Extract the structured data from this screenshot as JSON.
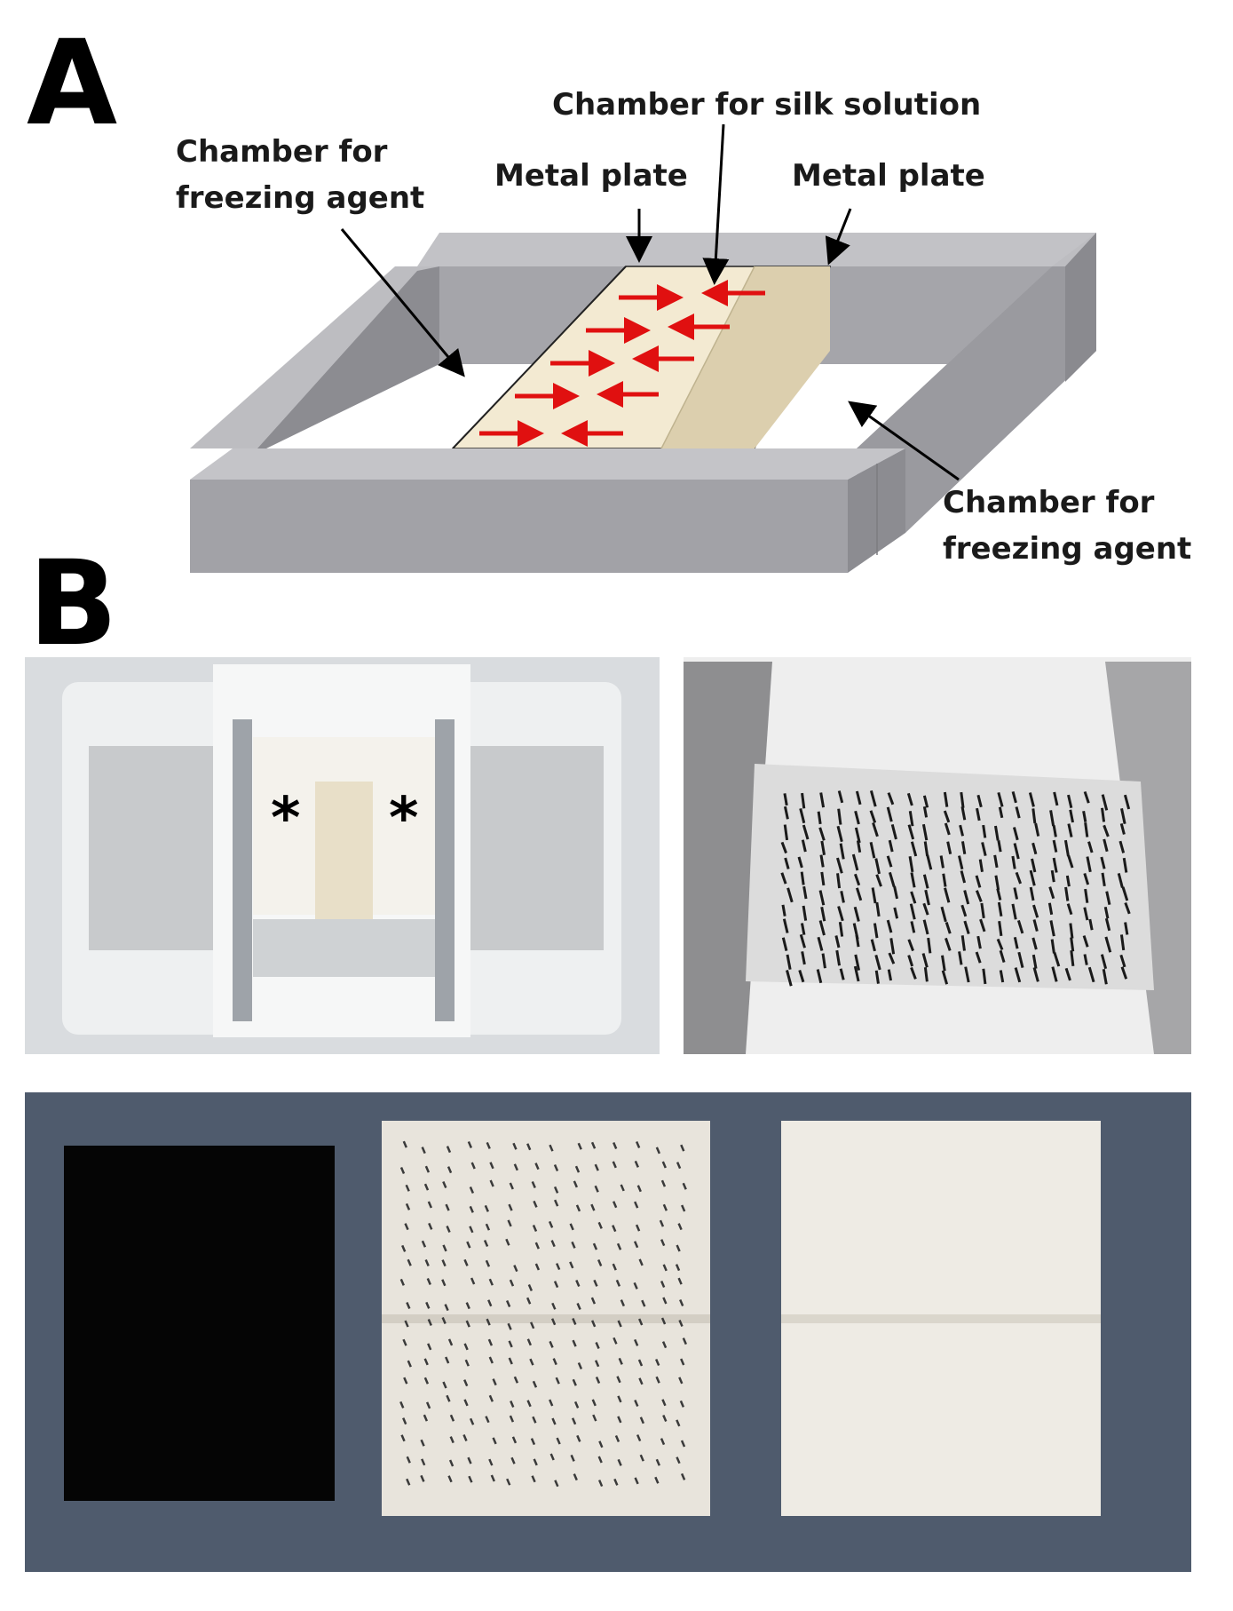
{
  "panel_a": {
    "letter": "A",
    "labels": {
      "chamber_freezing_left_line1": "Chamber for",
      "chamber_freezing_left_line2": "freezing agent",
      "chamber_silk": "Chamber for silk solution",
      "metal_plate_left": "Metal plate",
      "metal_plate_right": "Metal plate",
      "chamber_freezing_right_line1": "Chamber for",
      "chamber_freezing_right_line2": "freezing agent"
    }
  },
  "panel_b": {
    "letter": "B",
    "asterisk_left": "*",
    "asterisk_right": "*"
  },
  "colors": {
    "frame_top": "#b4b4b8",
    "frame_side": "#8f8f94",
    "frame_inner": "#9d9da2",
    "silk_chamber": "#f2e9cf",
    "silk_side": "#dcd0b0",
    "arrow": "#e01010",
    "photo_bg_dark": "#4e5a6c"
  }
}
